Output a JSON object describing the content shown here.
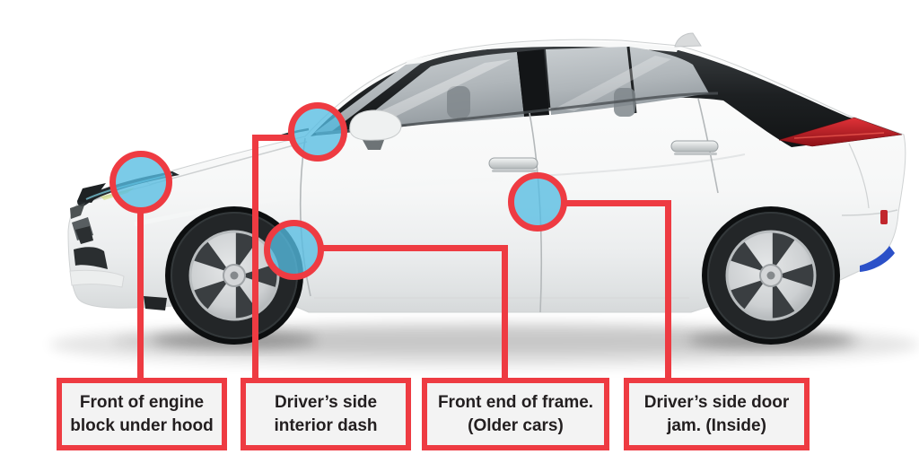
{
  "illustration": "white-hatchback-car-side-view",
  "colors": {
    "callout_red": "#ee3b42",
    "marker_blue_fill": "rgba(86,188,225,0.78)",
    "label_box_background": "#f3f3f3",
    "label_text": "#231f20",
    "rear_accent_blue": "#2b50c8",
    "tail_light_red": "#c1272d"
  },
  "vin_locations": [
    {
      "marker": "engine-block-marker",
      "line1": "Front of engine",
      "line2": "block under hood"
    },
    {
      "marker": "interior-dash-marker",
      "line1": "Driver’s side",
      "line2": "interior dash"
    },
    {
      "marker": "frame-front-marker",
      "line1": "Front end of frame.",
      "line2": "(Older cars)"
    },
    {
      "marker": "door-jamb-marker",
      "line1": "Driver’s side door",
      "line2": "jam. (Inside)"
    }
  ]
}
